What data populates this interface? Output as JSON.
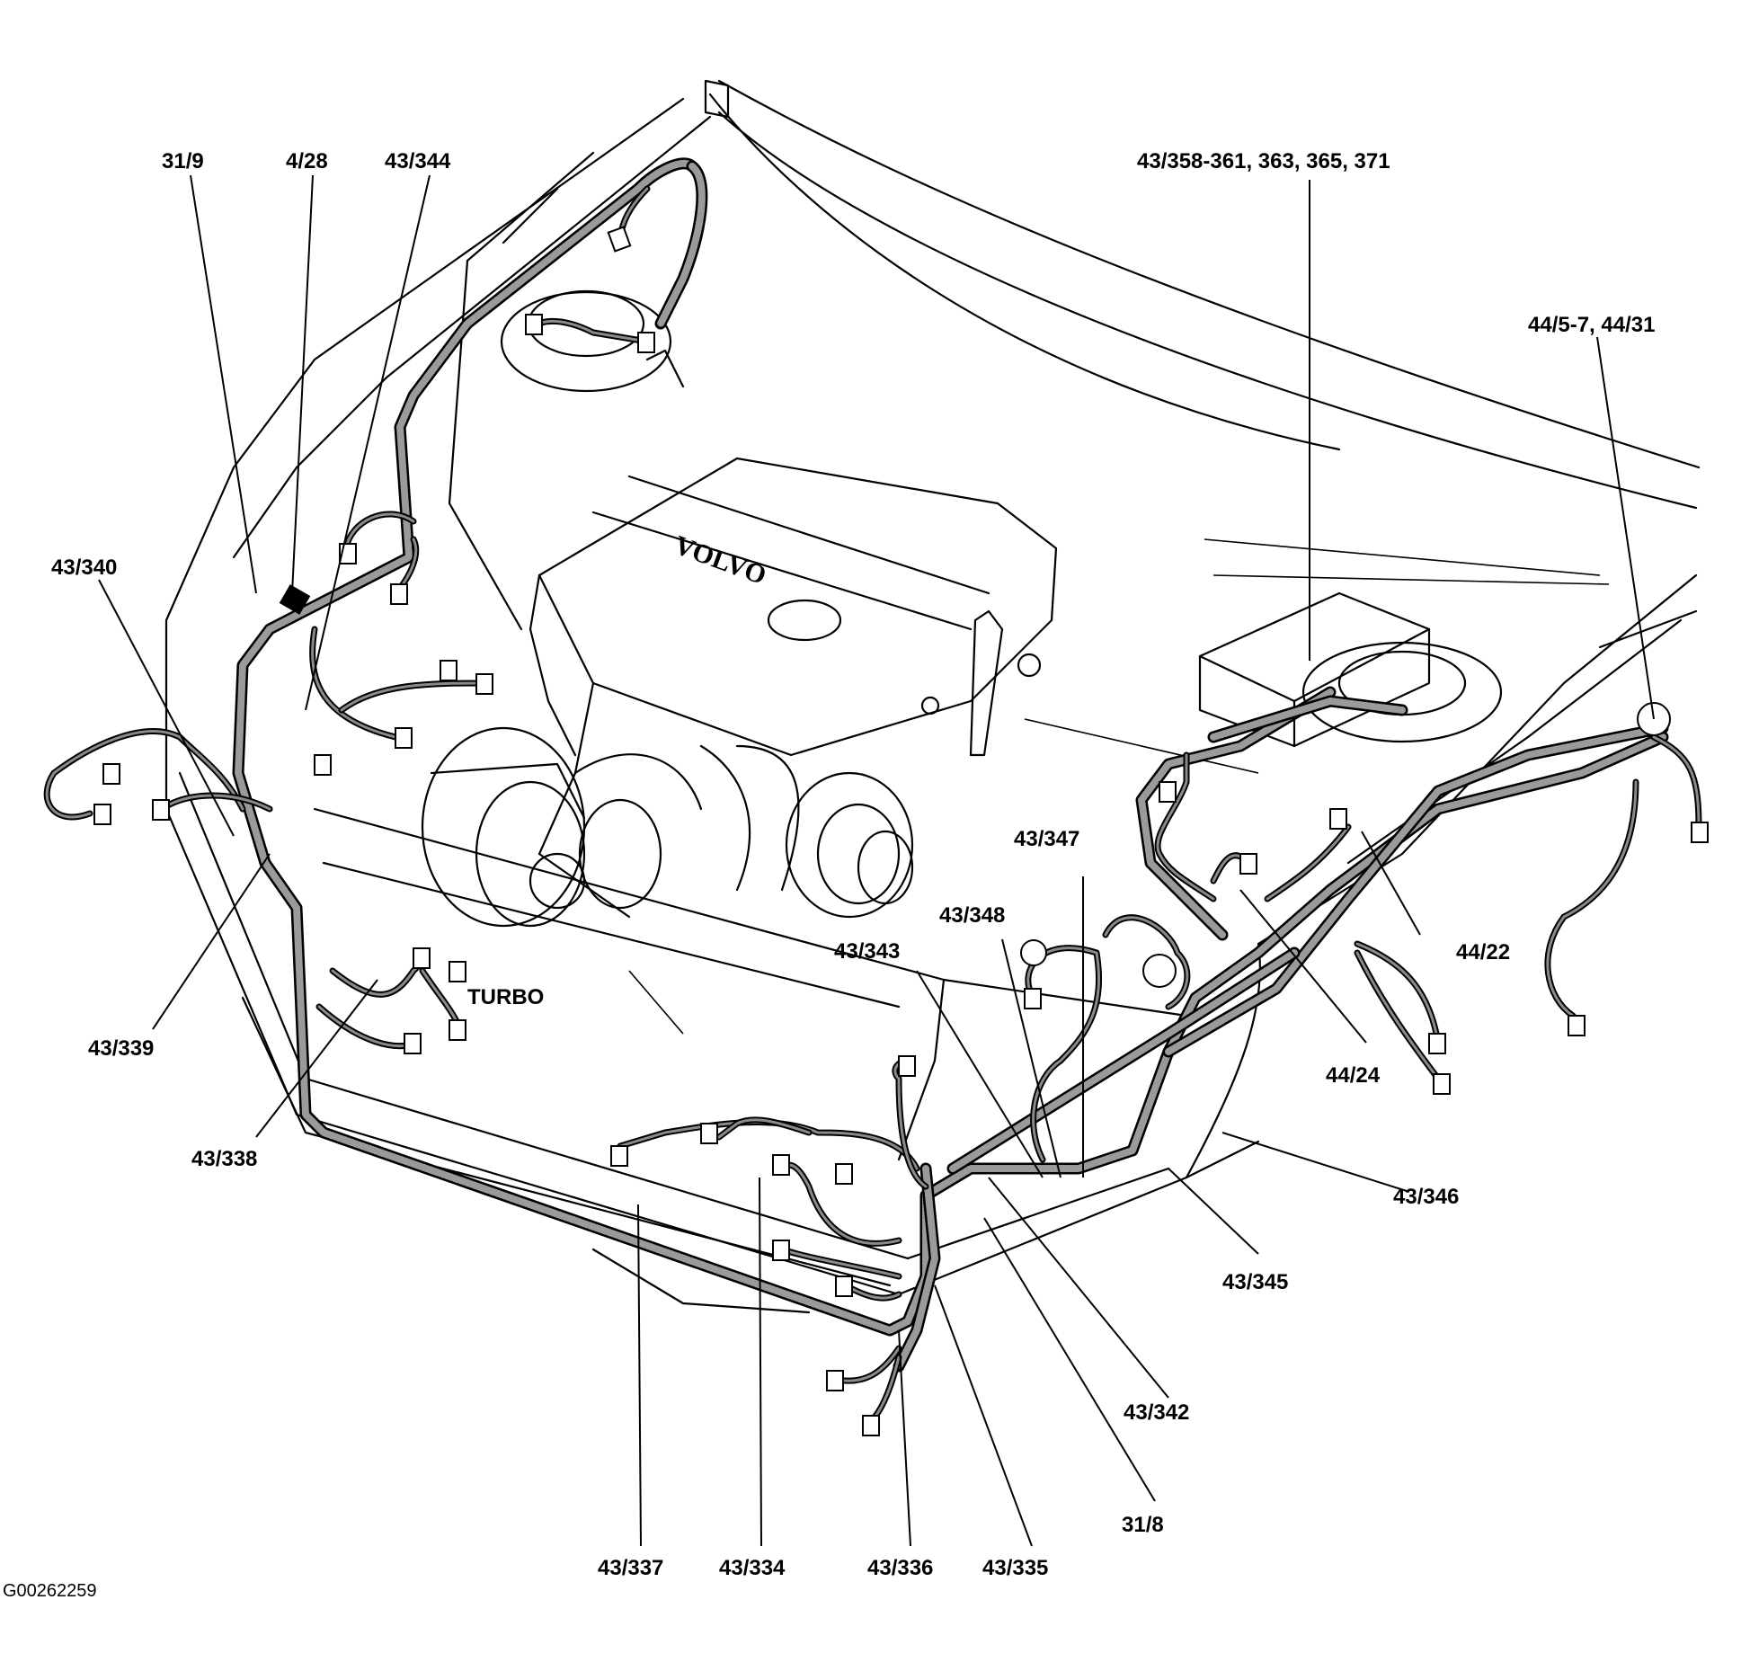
{
  "diagram": {
    "labels": {
      "l_31_9": "31/9",
      "l_4_28": "4/28",
      "l_43_344": "43/344",
      "l_43_358": "43/358-361, 363, 365, 371",
      "l_44_5_7": "44/5-7, 44/31",
      "l_43_340": "43/340",
      "l_43_347": "43/347",
      "l_43_348": "43/348",
      "l_43_343": "43/343",
      "l_44_22": "44/22",
      "l_turbo": "TURBO",
      "l_43_339": "43/339",
      "l_44_24": "44/24",
      "l_43_338": "43/338",
      "l_43_346": "43/346",
      "l_43_345": "43/345",
      "l_43_342": "43/342",
      "l_31_8": "31/8",
      "l_43_337": "43/337",
      "l_43_334": "43/334",
      "l_43_336": "43/336",
      "l_43_335": "43/335"
    },
    "figure_id": "G00262259",
    "engine_cover_text": "VOLVO"
  }
}
